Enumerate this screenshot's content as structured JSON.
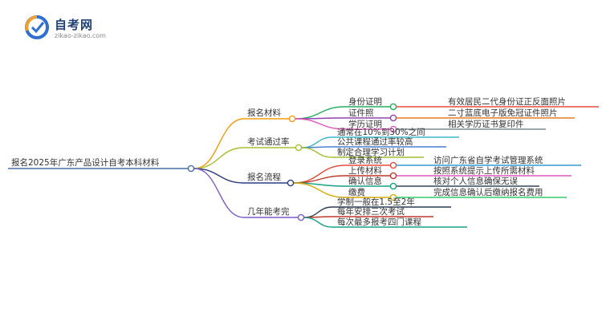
{
  "logo": {
    "title": "自考网",
    "url": "zikao-zikao.com",
    "colors": {
      "orange": "#f0a030",
      "blue": "#2f6fd0",
      "navy": "#1f3f73"
    }
  },
  "mindmap": {
    "root": "报名2025年广东产品设计自考本科材料",
    "branches": [
      {
        "label": "报名材料",
        "color": "#f39c12",
        "children": [
          {
            "label": "身份证明",
            "color": "#27ae60",
            "leaf": "有效居民二代身份证正反面照片",
            "leaf_color": "#e74c3c"
          },
          {
            "label": "证件照",
            "color": "#8e44ad",
            "leaf": "二寸蓝底电子版免冠证件照片",
            "leaf_color": "#e67e22"
          },
          {
            "label": "学历证明",
            "color": "#e056c0",
            "leaf": "相关学历证书复印件",
            "leaf_color": "#7f8c8d"
          }
        ]
      },
      {
        "label": "考试通过率",
        "color": "#a8c030",
        "children": [
          {
            "label": "通常在10%到30%之间",
            "color": "#3fb5c8"
          },
          {
            "label": "公共课程通过率较高",
            "color": "#4a7fd0"
          },
          {
            "label": "制定合理学习计划",
            "color": "#9fc030"
          }
        ]
      },
      {
        "label": "报名流程",
        "color": "#2c3e80",
        "children": [
          {
            "label": "登录系统",
            "color": "#e74c3c",
            "leaf": "访问广东省自学考试管理系统",
            "leaf_color": "#3498db"
          },
          {
            "label": "上传材料",
            "color": "#c0392b",
            "leaf": "按照系统提示上传所需材料",
            "leaf_color": "#e056c0"
          },
          {
            "label": "确认信息",
            "color": "#16a085",
            "leaf": "核对个人信息确保无误",
            "leaf_color": "#34495e"
          },
          {
            "label": "缴费",
            "color": "#d4ac0d",
            "leaf": "完成信息确认后缴纳报名费用",
            "leaf_color": "#2ecc71"
          }
        ]
      },
      {
        "label": "几年能考完",
        "color": "#7d5cc8",
        "children": [
          {
            "label": "学制一般在1.5至2年",
            "color": "#2c3e50"
          },
          {
            "label": "每年安排三次考试",
            "color": "#c0392b"
          },
          {
            "label": "每次最多报考四门课程",
            "color": "#16a085"
          }
        ]
      }
    ]
  }
}
